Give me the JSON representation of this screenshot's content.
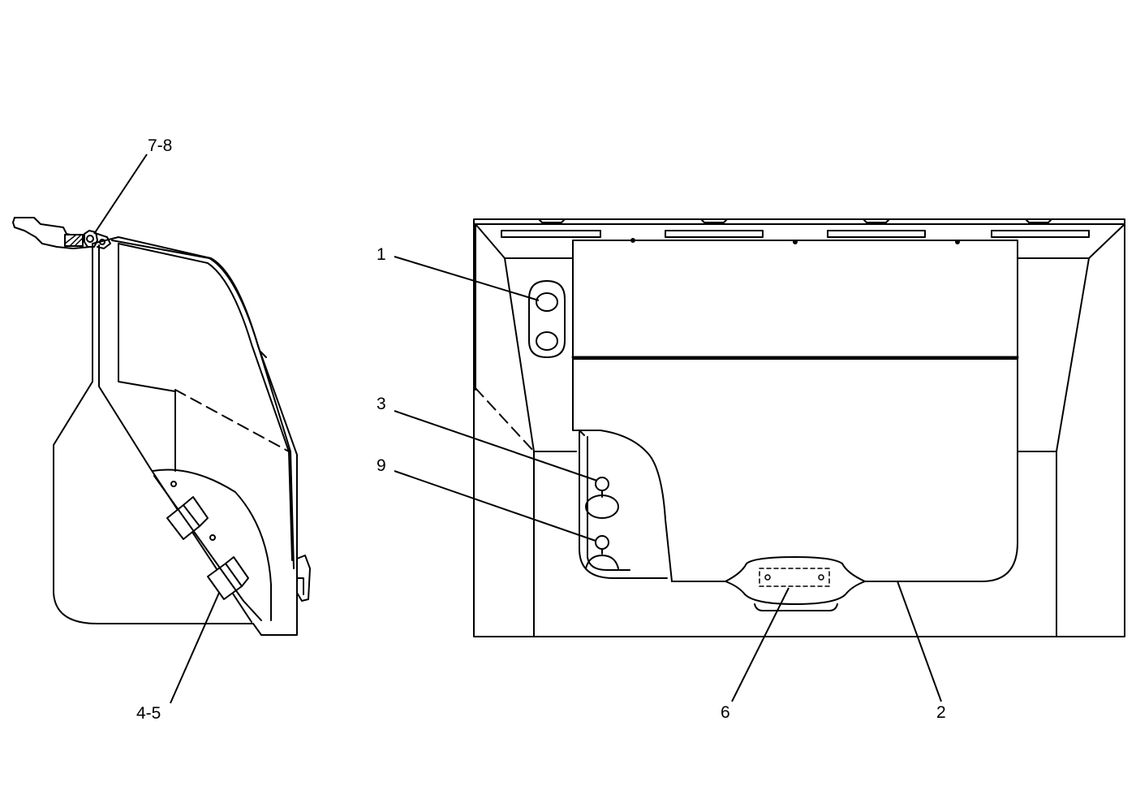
{
  "callouts": {
    "c_7_8": "7-8",
    "c_4_5": "4-5",
    "c_1": "1",
    "c_3": "3",
    "c_9": "9",
    "c_6": "6",
    "c_2": "2"
  },
  "colors": {
    "line": "#000000",
    "background": "#ffffff",
    "section_hatch": "#000000"
  }
}
